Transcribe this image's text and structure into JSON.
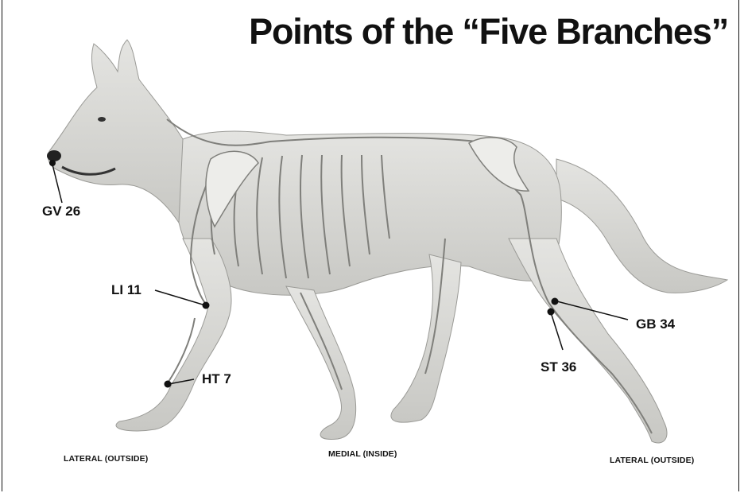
{
  "title": "Points of the “Five Branches”",
  "points": {
    "gv26": "GV 26",
    "li11": "LI 11",
    "ht7": "HT 7",
    "gb34": "GB 34",
    "st36": "ST 36"
  },
  "captions": {
    "left": "LATERAL (OUTSIDE)",
    "center": "MEDIAL (INSIDE)",
    "right": "LATERAL (OUTSIDE)"
  },
  "colors": {
    "ink": "#111111",
    "fur": "#d9d9d6",
    "bone": "#f2f2ef",
    "shade": "#8a8a86"
  }
}
